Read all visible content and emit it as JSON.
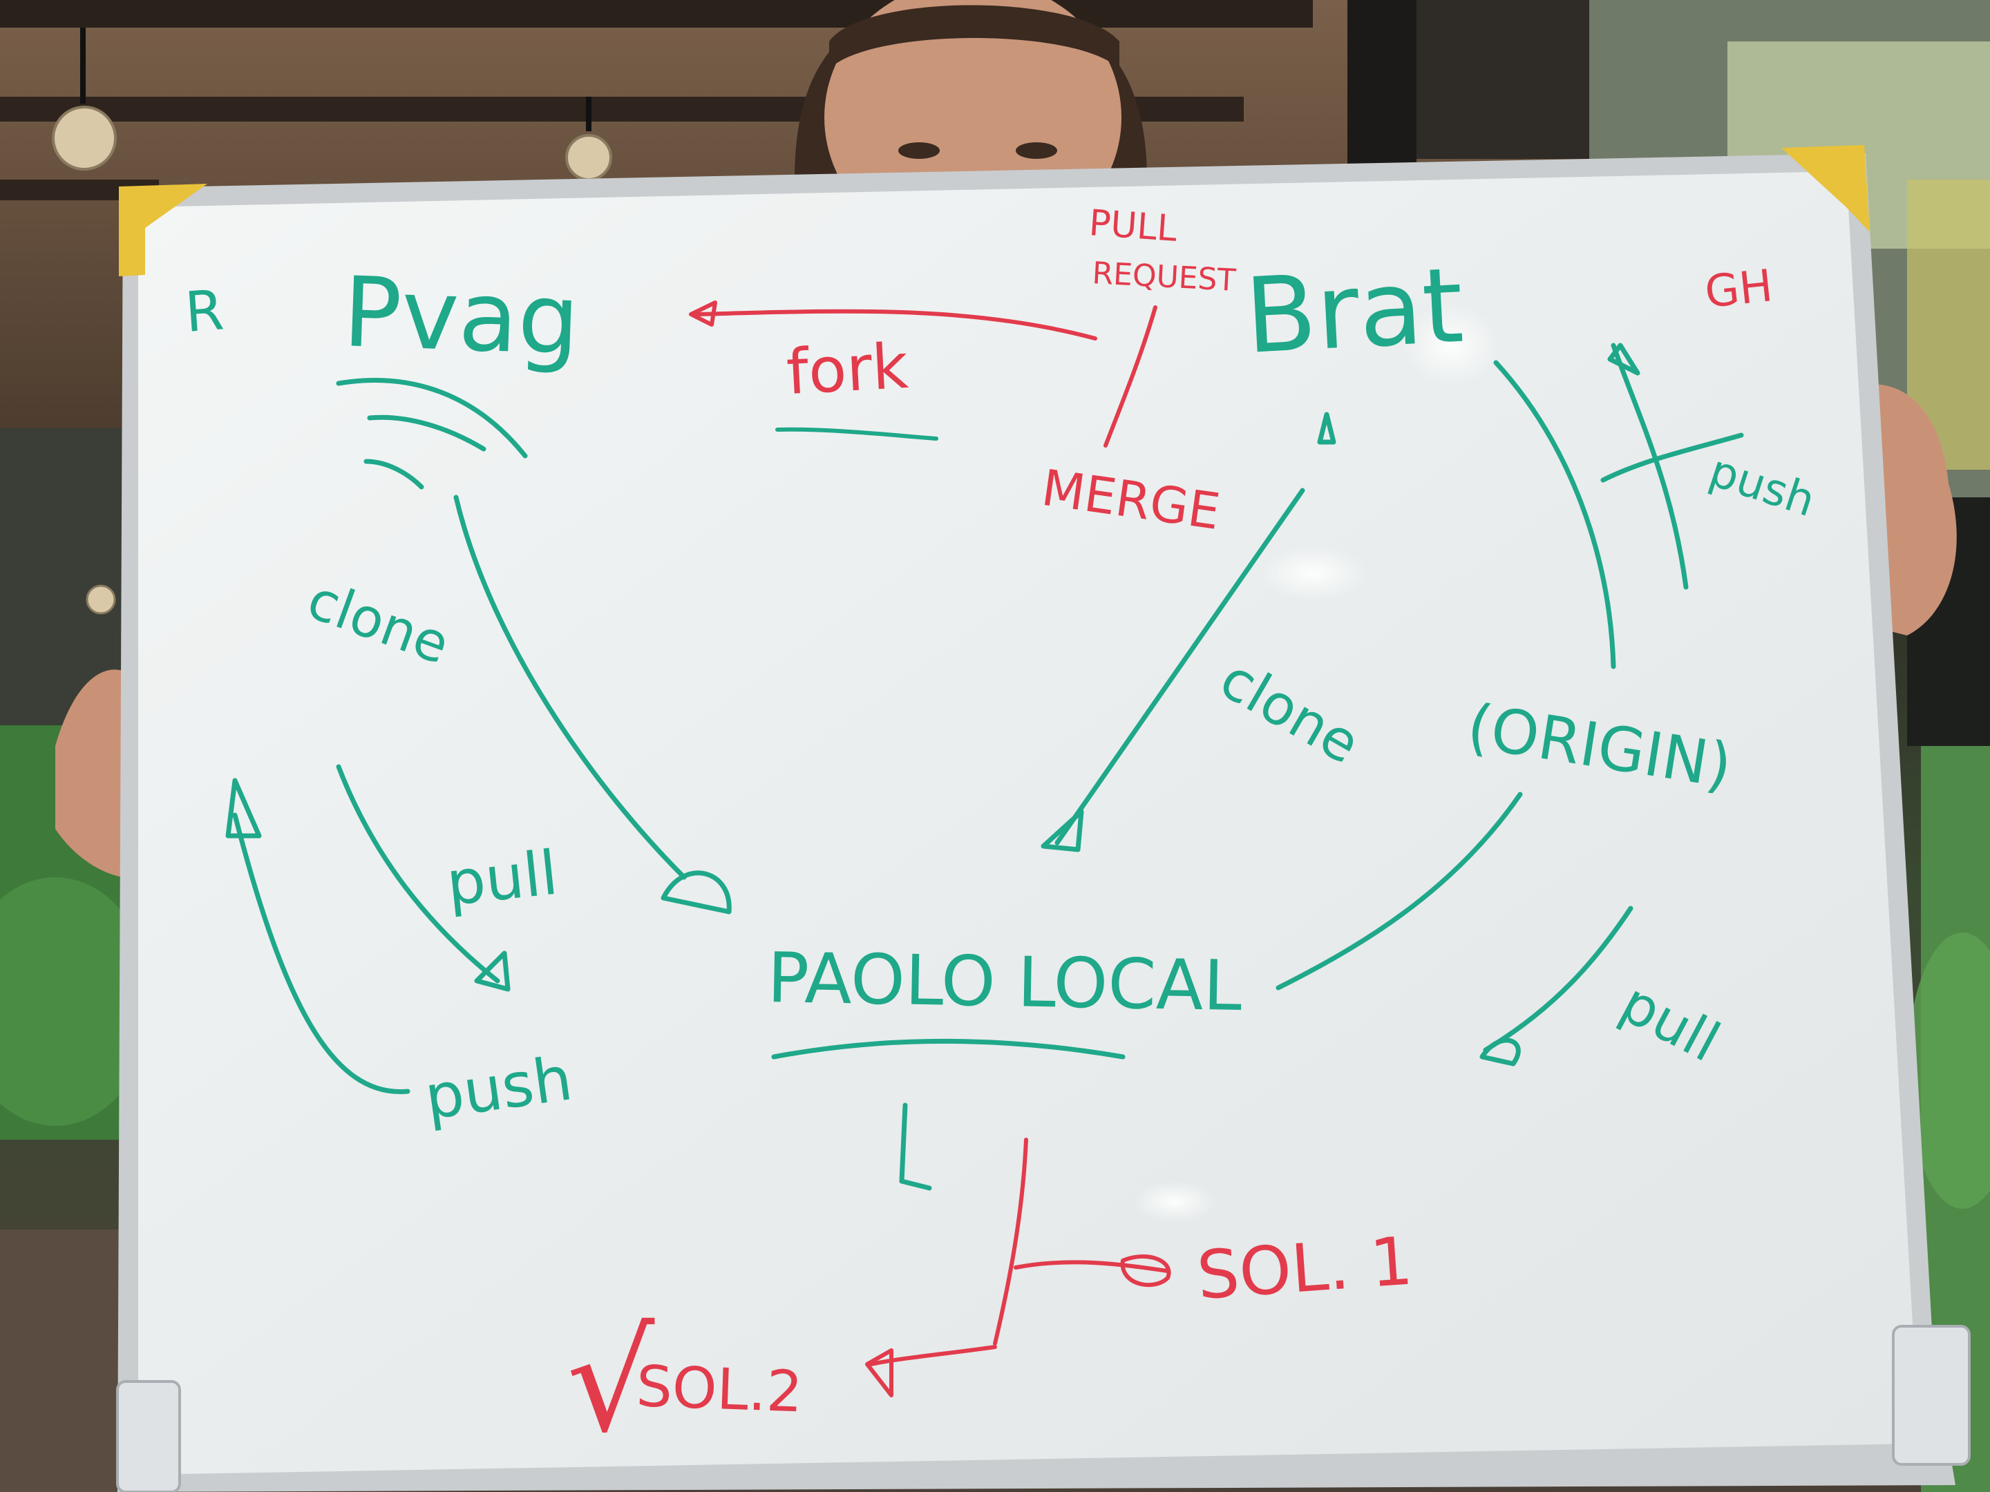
{
  "colors": {
    "green_marker": "#1fa88a",
    "red_marker": "#e23b4c",
    "board": "#eef1f1",
    "frame": "#c9cdd0",
    "corner": "#e8c23a",
    "ceiling": "#6b543f",
    "foliage": "#3f7a3a"
  },
  "board": {
    "corner_left_top": "R",
    "corner_right_top": "GH",
    "node_left": "Pvag",
    "node_right": "Brat",
    "node_bottom": "PAOLO LOCAL",
    "node_origin": "(ORIGIN)",
    "label_fork": "fork",
    "label_pull_request_line1": "PULL",
    "label_pull_request_line2": "REQUEST",
    "label_merge": "MERGE",
    "label_clone_left": "clone",
    "label_clone_center": "clone",
    "label_pull_left": "pull",
    "label_push_left": "push",
    "label_push_right": "push",
    "label_pull_right": "pull",
    "label_l": "L",
    "label_sol1": "SOL. 1",
    "label_sol2": "SOL.2",
    "label_check": "√"
  }
}
